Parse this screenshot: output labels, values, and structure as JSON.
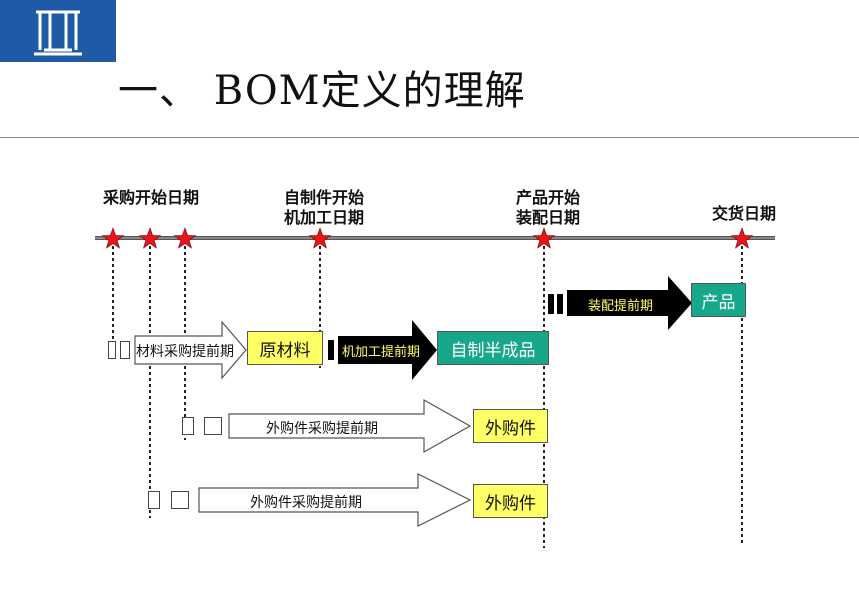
{
  "page": {
    "title": "一、 BOM定义的理解"
  },
  "milestones": {
    "purchase_start": "采购开始日期",
    "self_made_start_line1": "自制件开始",
    "self_made_start_line2": "机加工日期",
    "product_start_line1": "产品开始",
    "product_start_line2": "装配日期",
    "delivery": "交货日期"
  },
  "arrows": {
    "material_purchase": "材料采购提前期",
    "machining": "机加工提前期",
    "assembly": "装配提前期",
    "outsourced_purchase_1": "外购件采购提前期",
    "outsourced_purchase_2": "外购件采购提前期"
  },
  "boxes": {
    "raw_material": "原材料",
    "semi_finished": "自制半成品",
    "product": "产品",
    "outsourced_1": "外购件",
    "outsourced_2": "外购件"
  },
  "colors": {
    "logo_blue": "#1f5aa6",
    "star_red": "#e8141b",
    "box_yellow": "#ffff66",
    "box_green": "#17a88c",
    "dark_arrow": "#000000",
    "dark_arrow_text": "#ffff66"
  }
}
